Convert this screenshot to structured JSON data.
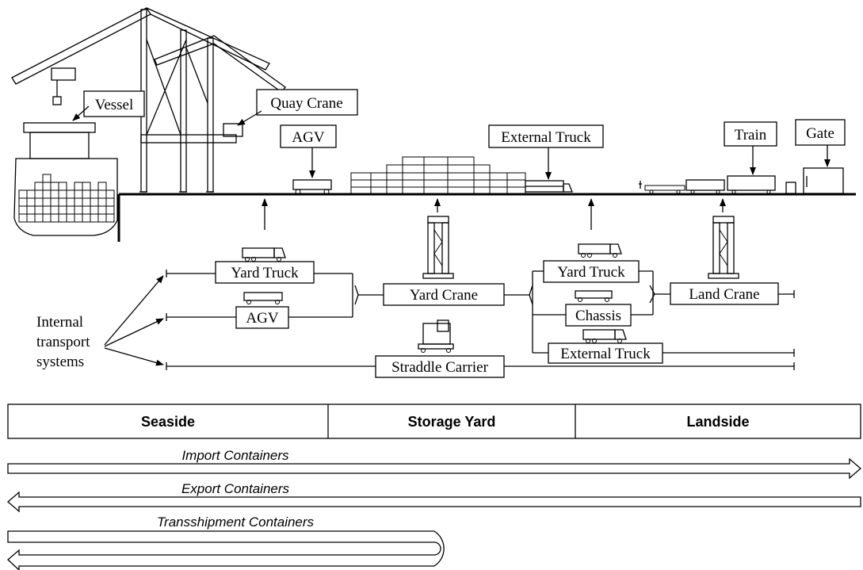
{
  "labels": {
    "vessel": "Vessel",
    "quay_crane": "Quay Crane",
    "agv_top": "AGV",
    "external_truck_top": "External Truck",
    "train": "Train",
    "gate": "Gate",
    "yard_truck_left": "Yard Truck",
    "agv_left": "AGV",
    "yard_crane": "Yard Crane",
    "straddle_carrier": "Straddle Carrier",
    "yard_truck_right": "Yard Truck",
    "chassis": "Chassis",
    "external_truck_right": "External Truck",
    "land_crane": "Land Crane",
    "internal_line1": "Internal",
    "internal_line2": "transport",
    "internal_line3": "systems"
  },
  "zones": [
    "Seaside",
    "Storage Yard",
    "Landside"
  ],
  "flows": {
    "import": "Import Containers",
    "export": "Export Containers",
    "transshipment": "Transshipment Containers"
  }
}
